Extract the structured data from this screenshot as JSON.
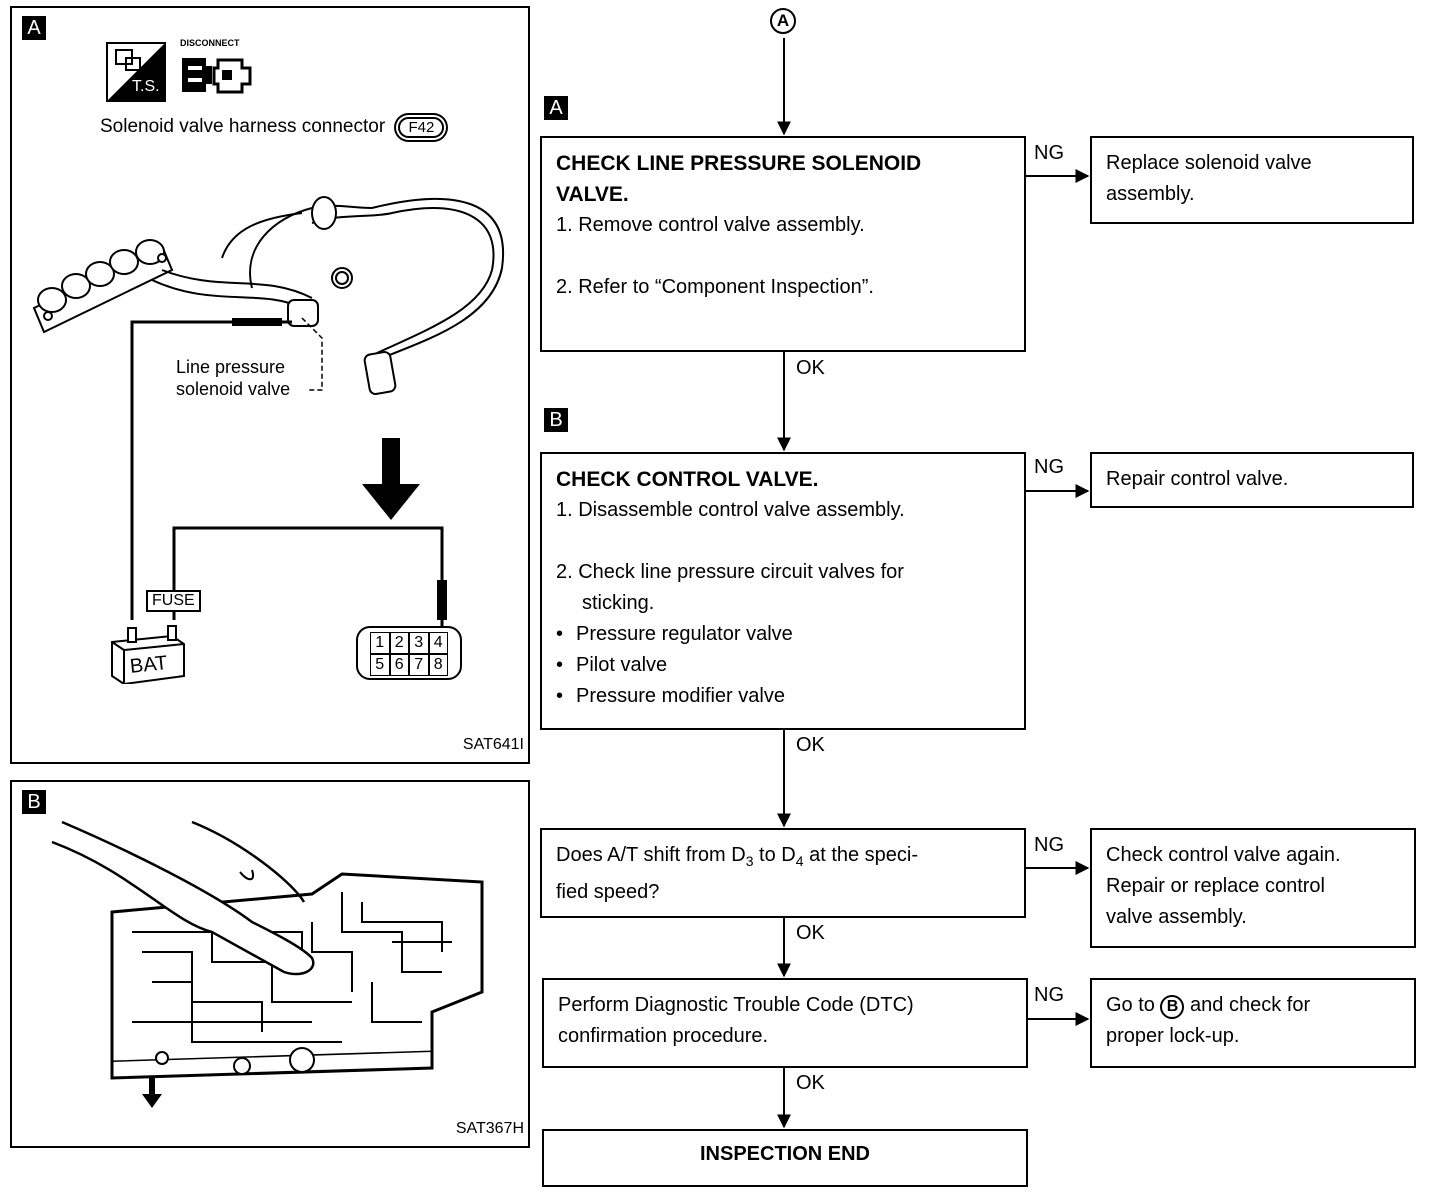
{
  "panel_a": {
    "tag": "A",
    "ts_label": "T.S.",
    "disconnect_label": "DISCONNECT",
    "connector_label": "Solenoid valve harness connector",
    "connector_id": "F42",
    "valve_label_1": "Line pressure",
    "valve_label_2": "solenoid valve",
    "fuse_label": "FUSE",
    "bat_label": "BAT",
    "pins": [
      "1",
      "2",
      "3",
      "4",
      "5",
      "6",
      "7",
      "8"
    ],
    "code": "SAT641I"
  },
  "panel_b": {
    "tag": "B",
    "code": "SAT367H"
  },
  "flow": {
    "start": "A",
    "step_a_tag": "A",
    "step_b_tag": "B",
    "box1": {
      "title_1": "CHECK LINE PRESSURE SOLENOID",
      "title_2": "VALVE.",
      "line_1": "1.  Remove control valve assembly.",
      "line_2": "2.  Refer to “Component Inspection”."
    },
    "box1_ng": "Replace solenoid valve assembly.",
    "box2": {
      "title": "CHECK CONTROL VALVE.",
      "line_1": "1. Disassemble control valve assembly.",
      "line_2": "2. Check line pressure circuit valves for",
      "line_3": "sticking.",
      "bullet_1": "Pressure regulator valve",
      "bullet_2": "Pilot valve",
      "bullet_3": "Pressure modifier valve"
    },
    "box2_ng": "Repair control valve.",
    "box3": {
      "text_pre": "Does A/T shift from D",
      "sub_1": "3",
      "text_mid": " to D",
      "sub_2": "4",
      "text_post": " at the speci-",
      "line_2": "fied speed?"
    },
    "box3_ng": {
      "line_1": "Check control valve again.",
      "line_2": "Repair or replace control",
      "line_3": "valve assembly."
    },
    "box4": {
      "line_1": "Perform Diagnostic Trouble Code (DTC)",
      "line_2": "confirmation procedure."
    },
    "box4_ng": {
      "pre": "Go to",
      "ref": "B",
      "post": "and check for",
      "line_2": "proper lock-up."
    },
    "end": "INSPECTION END",
    "ng": "NG",
    "ok": "OK"
  }
}
